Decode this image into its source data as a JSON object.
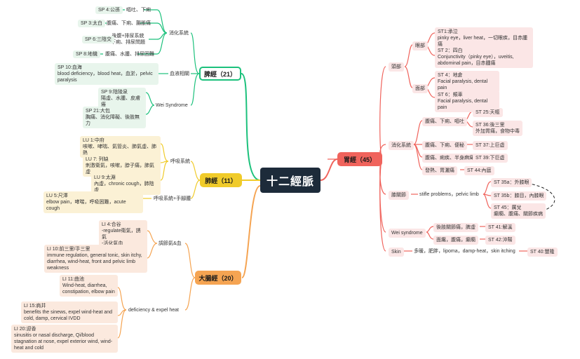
{
  "root": "十二經脈",
  "colors": {
    "spleen": "#1cc17c",
    "lung": "#f0cb2a",
    "colon": "#f5a452",
    "stomach": "#f0635c",
    "root": "#1d2b3a"
  },
  "spleen": {
    "hub": "脾經（21）",
    "branches": [
      "消化系統",
      "血液相關",
      "Wei Syndrome"
    ],
    "leaves": [
      {
        "p": "SP 4:公孫",
        "d": "嘔吐、下痢"
      },
      {
        "p": "SP 3:太白",
        "d": "腹痛、下痢、腸脹痛"
      },
      {
        "p": "SP 6:三陰交",
        "d": "後腹+排尿系統\n下痢、排尿問題"
      },
      {
        "p": "SP 8:地機",
        "d": "腹痛、水腫、排尿困難"
      }
    ],
    "sp10": "SP 10:血海\nblood deficiency，blood heat，血淤，pelvic paralysis",
    "sp9": "SP 9:陰陵泉\n陽虛、水腫、皮膚癢",
    "sp21": "SP 21:大包\n胸痛、消化障礙、後肢無力"
  },
  "lung": {
    "hub": "肺經（11）",
    "branches": [
      "呼吸系統",
      "呼吸系統+手腳腫"
    ],
    "leaves": [
      "LU 1:中府\n咳嗽、哮喘、氣管炎、肺氣虛、肺熱",
      "LU 7: 列缺\n刺激衛氣，咳嗽，脖子痛，肺氣虛",
      "LU 9:太淵\n內虛，chronic cough，肺陰虛",
      "LU 5:尺澤\nelbow pain，哮喘，呼吸困難，acute cough"
    ]
  },
  "colon": {
    "hub": "大腸經（20）",
    "branches": [
      "調節氣&血",
      "deficiency & expel heat"
    ],
    "leaves": [
      "LI 4:合谷\n-regulate衛氣，誘氣\n-活化氣血",
      "LI 10:前三里/手三里\nimmune regulation, general tonic, skin itchy, diarrhea, wind-heat, front and pelvic limb weakness",
      "LI 11:曲池\nWind-heat, diarrhea, constipation, elbow pain",
      "LI 15:肩井\nbenefits the sinews, expel wind-heat and cold, damp, cervical IVDD",
      "LI 20:迎香\nsinusitis or nasal discharge, Qi/blood stagnation at nose, expel exterior wind, wind-heat and cold"
    ]
  },
  "stomach": {
    "hub": "胃經（45）",
    "head": {
      "label": "頭部",
      "eye": "眼部",
      "face": "面部",
      "st1": "ST1:承泣\npinky eye，liver heat，一切眼疾，目赤腫痛",
      "st2": "ST 2：四白\nConjunctivity（pinky eye），uveitis, abdominal pain，目赤腫痛",
      "st4": "ST 4：地倉\nFacial paralysis, dental pain",
      "st6": "ST 6：頰車\nFacial paralysis, dental pain"
    },
    "digest": {
      "label": "消化系統",
      "subs": [
        "腹痛、下痢、嘔吐",
        "腹痛、下痢、便秘",
        "腹痛、痢疾、半身麻痺",
        "發熱、胃灑痛"
      ],
      "pts": [
        "ST 25:天樞",
        "ST 36:後三里\n外加胃痛，食物中毒",
        "ST 37:上巨虛",
        "ST 39:下巨虛",
        "ST 44:內庭"
      ]
    },
    "knee": {
      "label": "膝關節",
      "sub": "stifle problems，pelvic limb",
      "pts": [
        "ST 35a：外膝眼",
        "ST 35b：膝目，內膝眼",
        "ST 45：厲兌\n癲癇、腹痛、關節疾病"
      ]
    },
    "wei": {
      "label": "Wei syndrome",
      "subs": [
        "後肢關節痛，脾虛",
        "面癱，腹痛，癲癇"
      ],
      "pts": [
        "ST 41:解溪",
        "ST 42:沖陽"
      ]
    },
    "skin": {
      "label": "Skin",
      "sub": "多暖，肥胖，lipoma，damp-heat，skin itching",
      "pt": "ST 40:豐隆"
    }
  }
}
